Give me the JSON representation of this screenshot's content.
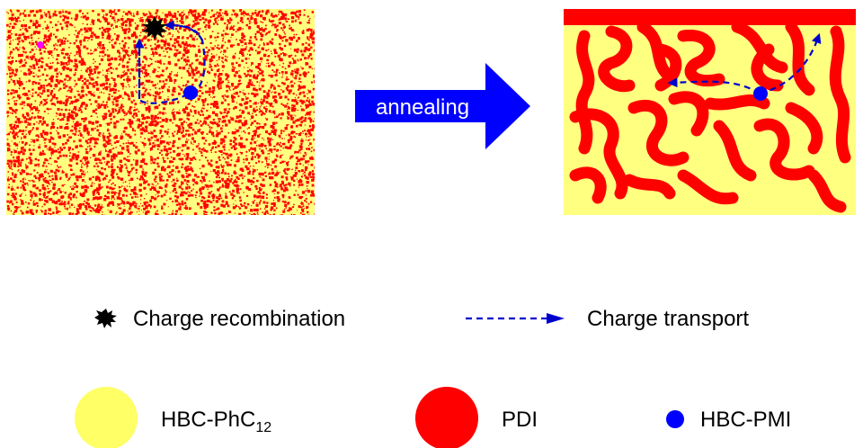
{
  "colors": {
    "hbc_phc12": "#ffff80",
    "pdi": "#ff0000",
    "hbc_pmi": "#0000ff",
    "dashed_path": "#0000cc",
    "recombination_star": "#000000",
    "annealing_arrow": "#0000ff",
    "dopant_dot": "#ff00ff"
  },
  "annealing": {
    "label": "annealing"
  },
  "legend": {
    "recombination_label": "Charge recombination",
    "transport_label": "Charge transport",
    "hbc_phc12_prefix": "HBC-PhC",
    "hbc_phc12_subscript": "12",
    "pdi_label": "PDI",
    "hbc_pmi_label": "HBC-PMI"
  },
  "icons": {
    "recombination": "starburst-icon",
    "transport": "dashed-arrow-icon"
  }
}
